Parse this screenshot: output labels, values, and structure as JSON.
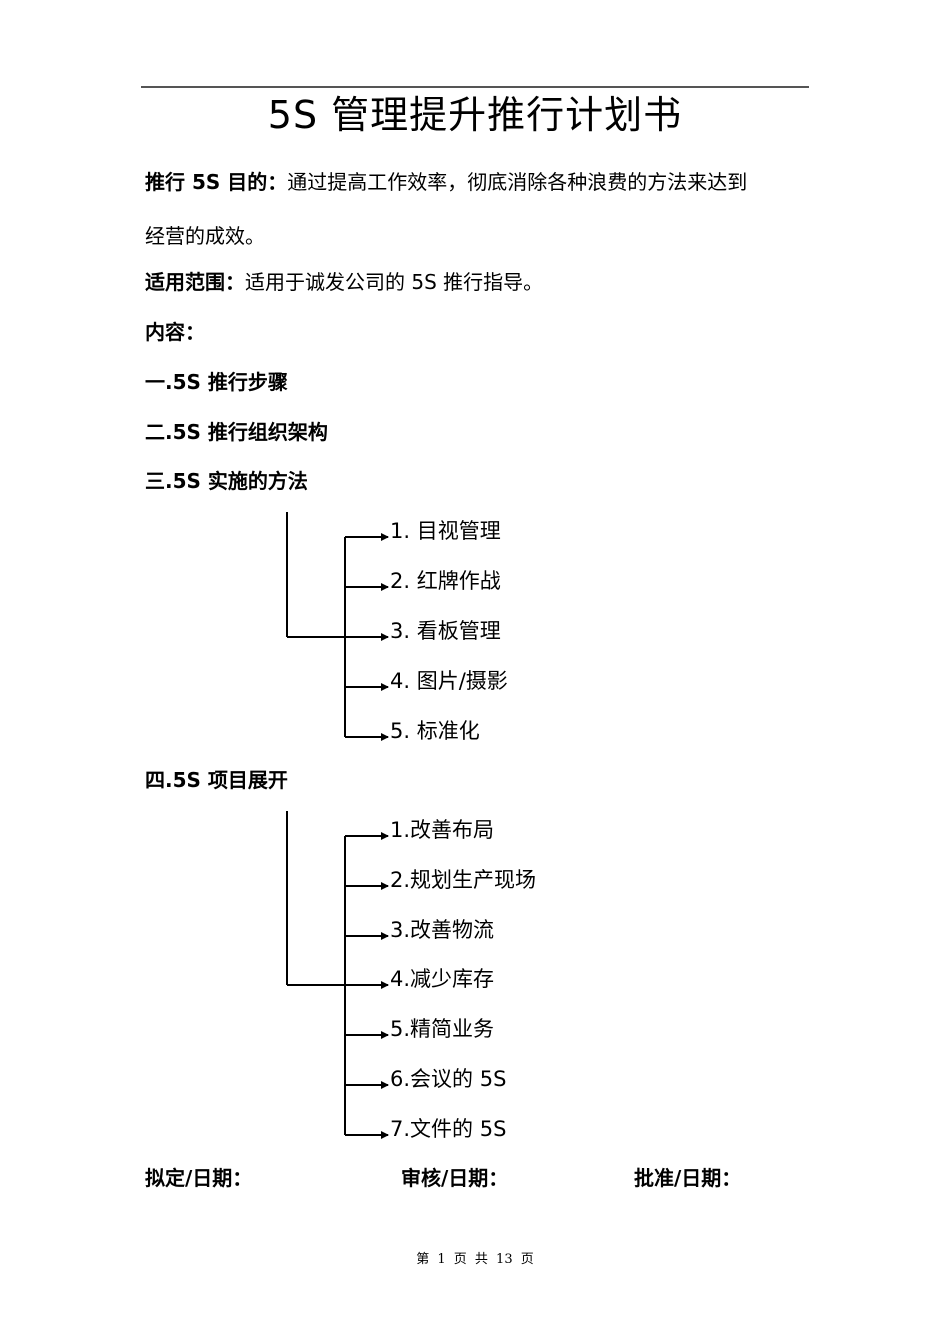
{
  "title": "5S 管理提升推行计划书",
  "purpose": {
    "label": "推行 5S 目的：",
    "text_line1": "通过提高工作效率，彻底消除各种浪费的方法来达到",
    "text_line2": "经营的成效。"
  },
  "scope": {
    "label": "适用范围：",
    "text": "适用于诚发公司的 5S 推行指导。"
  },
  "contents_label": "内容：",
  "sections": [
    {
      "label": "一.5S 推行步骤"
    },
    {
      "label": "二.5S 推行组织架构"
    },
    {
      "label": "三.5S 实施的方法"
    },
    {
      "label": "四.5S 项目展开"
    }
  ],
  "methods": [
    "1.  目视管理",
    "2.  红牌作战",
    "3.  看板管理",
    "4.  图片/摄影",
    "5.  标准化"
  ],
  "projects": [
    "1.改善布局",
    "2.规划生产现场",
    "3.改善物流",
    "4.减少库存",
    "5.精简业务",
    "6.会议的 5S",
    "7.文件的 5S"
  ],
  "signatures": {
    "drafted": "拟定/日期：",
    "reviewed": "审核/日期：",
    "approved": "批准/日期："
  },
  "footer": "第 1 页 共 13 页"
}
